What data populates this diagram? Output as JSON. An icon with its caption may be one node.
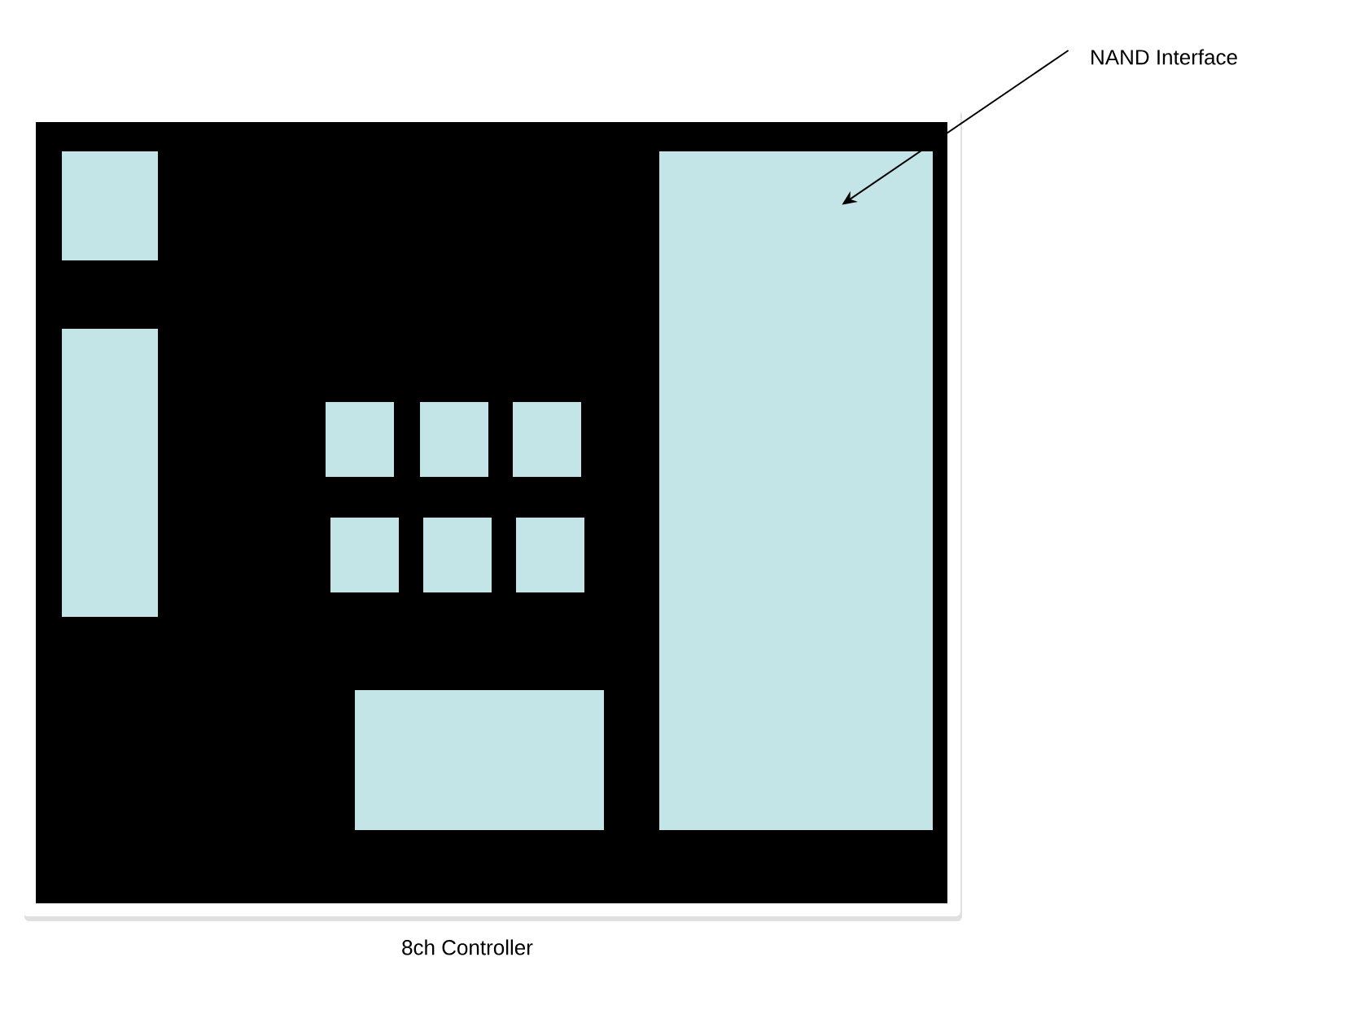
{
  "diagram": {
    "caption": "8ch Controller",
    "nodes": [
      {
        "text": [
          "NAND Interface"
        ]
      },
      {
        "text": [],
        "shape": "box"
      }
    ],
    "edges": [
      {
        "from": 0,
        "to": 1,
        "arrow": "to"
      }
    ]
  }
}
